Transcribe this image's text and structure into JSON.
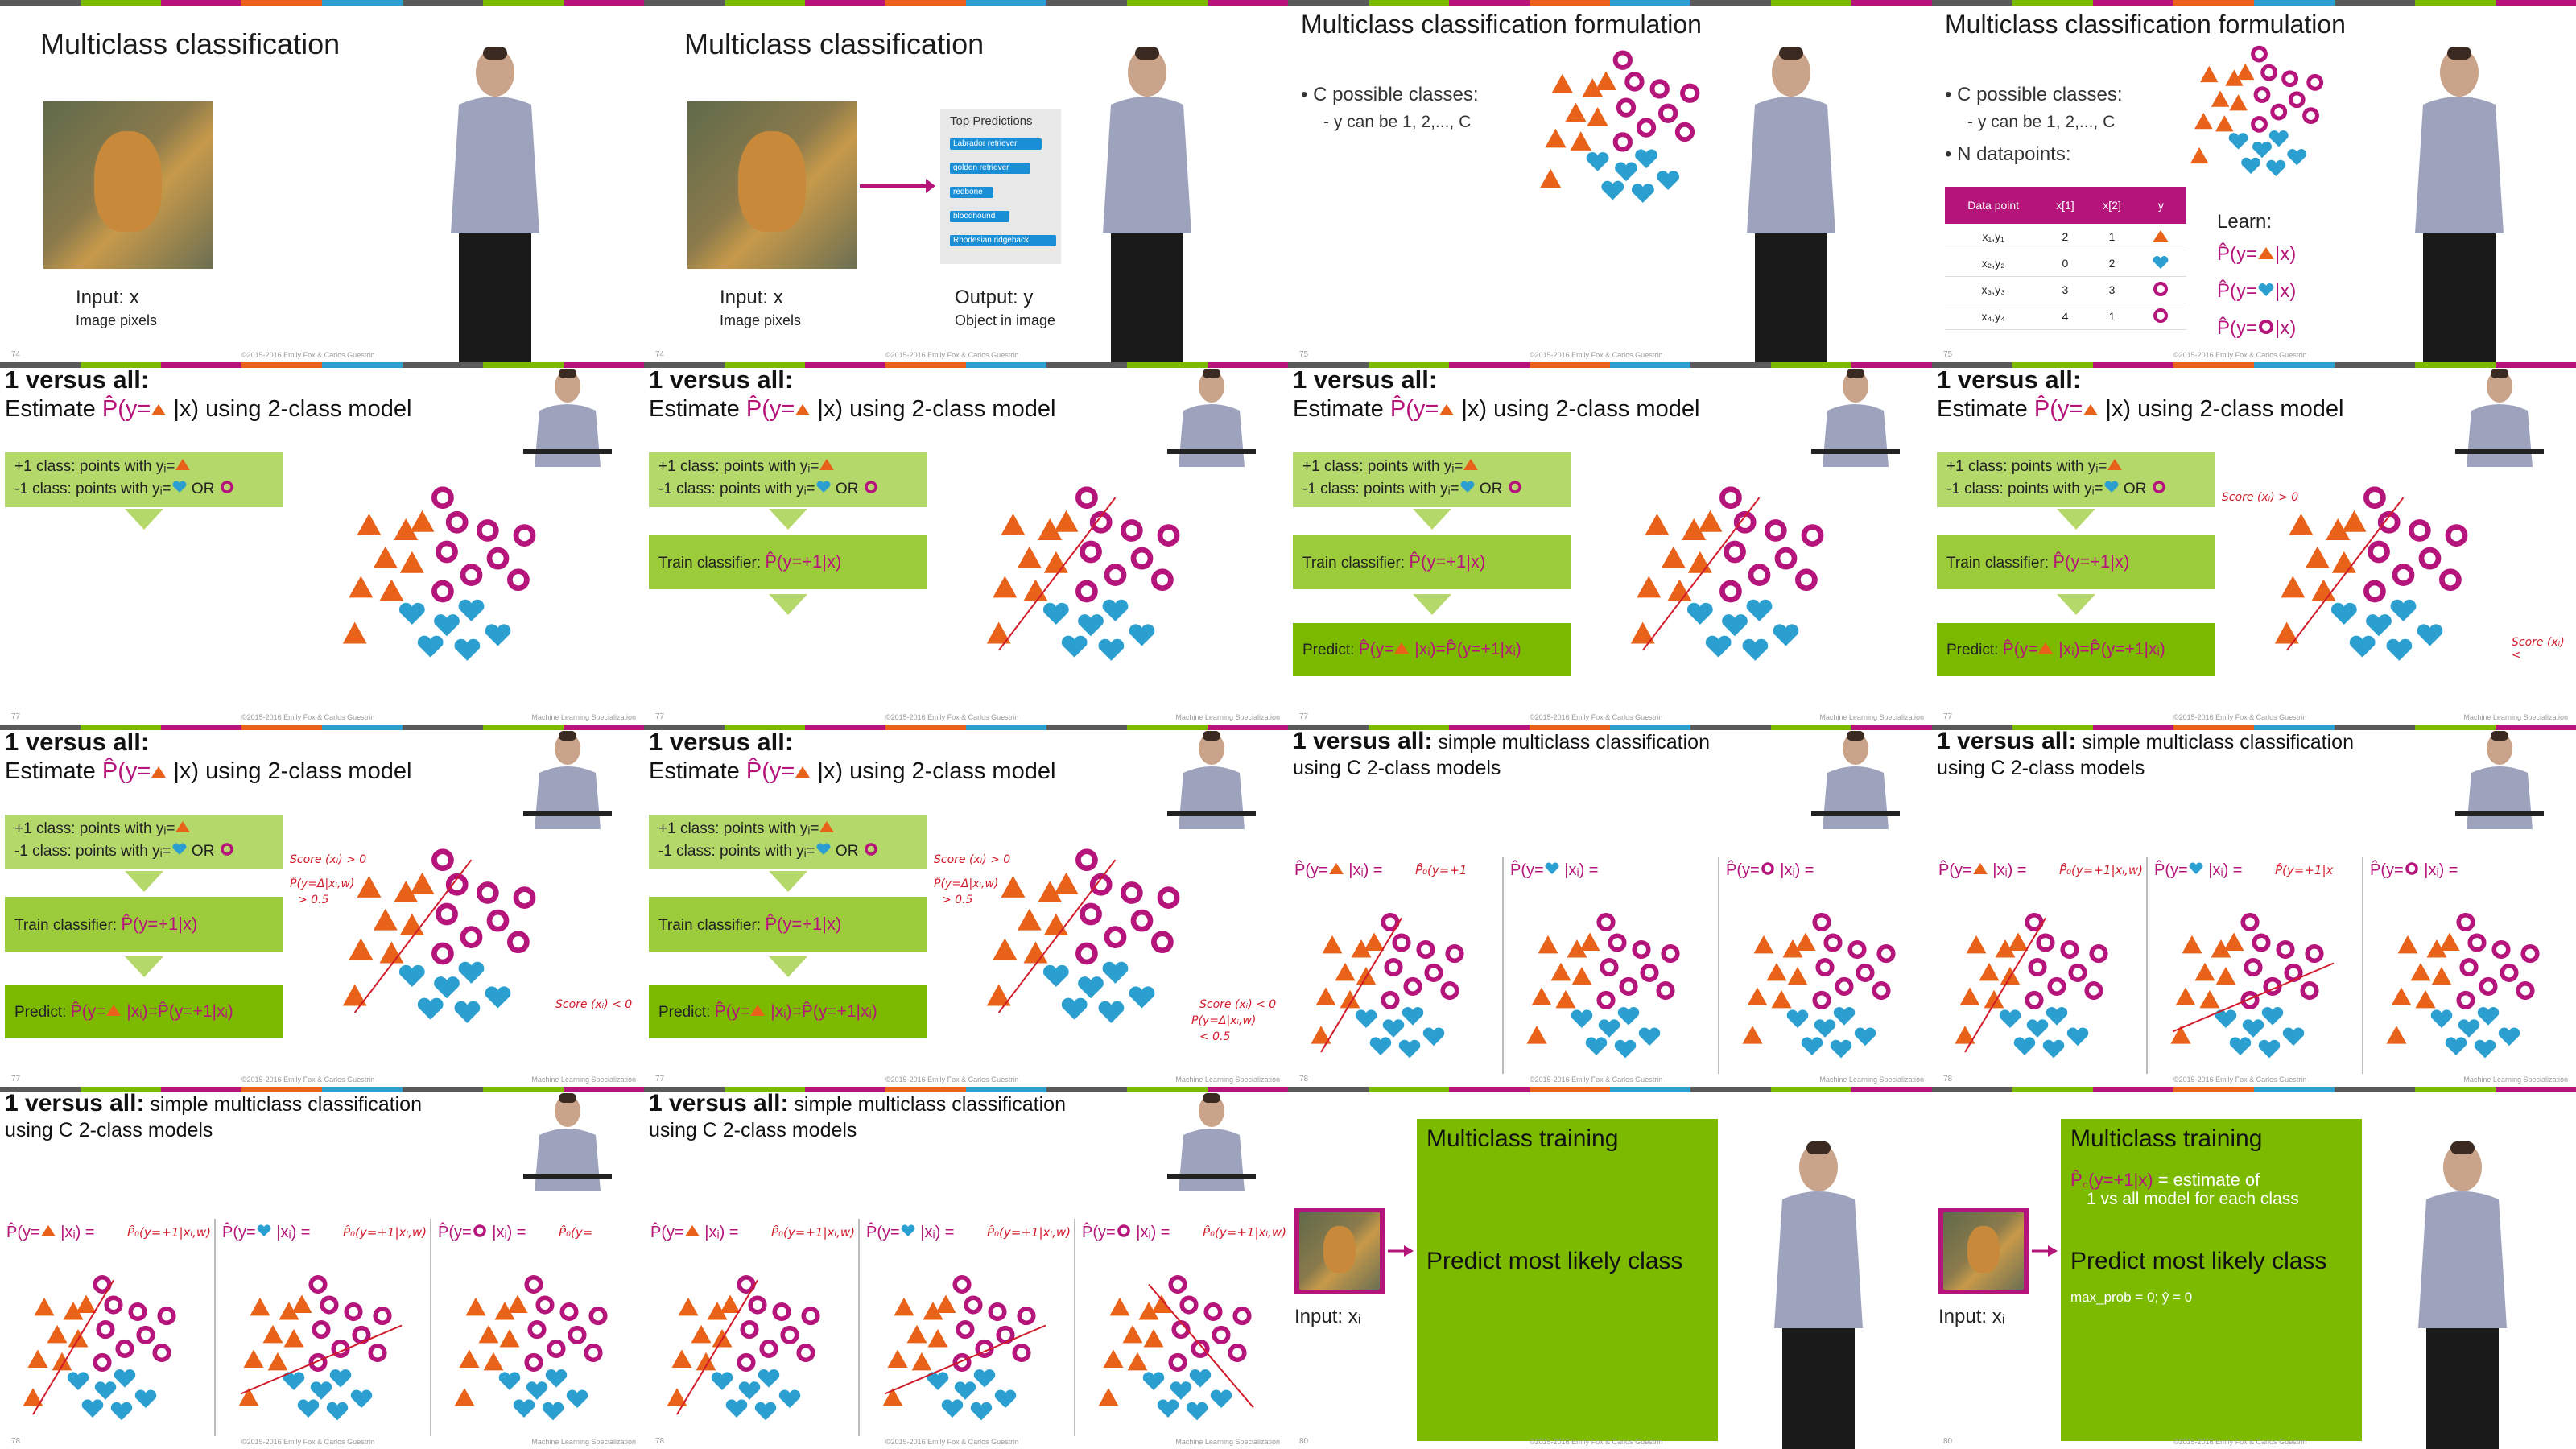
{
  "colors": {
    "magenta": "#b5157b",
    "orange": "#e8621a",
    "blue": "#2b9fd0",
    "green": "#9ccb3b",
    "darkgreen": "#7cba00",
    "red": "#d11a2a"
  },
  "stripe": [
    "#5a5a5a",
    "#7cba00",
    "#b5157b",
    "#e8621a",
    "#2b9fd0",
    "#5a5a5a",
    "#7cba00",
    "#b5157b"
  ],
  "slides": {
    "s1": {
      "title": "Multiclass classification",
      "input_label": "Input:  x",
      "input_sub": "Image pixels",
      "page": "74"
    },
    "s2": {
      "title": "Multiclass classification",
      "input_label": "Input:  x",
      "input_sub": "Image pixels",
      "output_label": "Output:  y",
      "output_sub": "Object in image",
      "pred_title": "Top Predictions",
      "pred_items": [
        "Labrador retriever",
        "golden retriever",
        "redbone",
        "bloodhound",
        "Rhodesian ridgeback"
      ],
      "page": "74"
    },
    "s3": {
      "title": "Multiclass classification formulation",
      "b1": "• C possible classes:",
      "b2": "- y can be 1, 2,..., C",
      "page": "75"
    },
    "s4": {
      "title": "Multiclass classification formulation",
      "b1": "• C possible classes:",
      "b2": "- y can be 1, 2,..., C",
      "b3": "• N datapoints:",
      "table_headers": [
        "Data point",
        "x[1]",
        "x[2]",
        "y"
      ],
      "table_rows": [
        [
          "x₁,y₁",
          "2",
          "1"
        ],
        [
          "x₂,y₂",
          "0",
          "2"
        ],
        [
          "x₃,y₃",
          "3",
          "3"
        ],
        [
          "x₄,y₄",
          "4",
          "1"
        ]
      ],
      "learn": "Learn:",
      "p_labels": [
        "P̂(y=",
        "P̂(y=",
        "P̂(y="
      ],
      "p_suffix": "|x)",
      "page": "75"
    },
    "ova": {
      "heading": "1 versus all:",
      "sub_a": "Estimate ",
      "sub_b": "P̂(y=",
      "sub_c": " |x) using 2-class model",
      "pos": "+1 class: points with yᵢ=",
      "neg": "-1 class: points with yᵢ=",
      "or": " OR ",
      "train": "Train classifier: ",
      "train_expr": "P̂(y=+1|x)",
      "predict": "Predict: ",
      "predict_expr_a": "P̂(y=",
      "predict_expr_b": " |xᵢ)=",
      "predict_expr_c": "P̂(y=+1|xᵢ)",
      "page": "77"
    },
    "simple": {
      "heading": "1 versus all:",
      "sub": " simple multiclass classification",
      "sub2": "using C 2-class models",
      "p1": "P̂(y=",
      "p2": " |xᵢ) =",
      "page": "78",
      "hand1": "P̂₀(y=+1",
      "hand2": "P̂₀(y=+1|xᵢ,w)",
      "hand3": "P̂₀(y=",
      "hand4": "P̂₀(y=+1|xᵢ,w)",
      "hand5": "P̂₀(y=+1|xᵢ,w)",
      "hand6": "P̂(y=+1|x"
    },
    "train1": {
      "title": "Multiclass training",
      "predict": "Predict most likely class",
      "input": "Input:  xᵢ",
      "page": "80"
    },
    "train2": {
      "title": "Multiclass training",
      "formula_a": "P̂꜀(y=+1|x)",
      "formula_b": " = estimate of",
      "formula_c": "1 vs all model for each class",
      "predict": "Predict most likely class",
      "code": "max_prob = 0; ŷ = 0",
      "input": "Input:  xᵢ",
      "page": "80"
    }
  },
  "handwriting": {
    "score_pos": "Score (xᵢ) > 0",
    "score_neg": "Score (xᵢ) < 0",
    "prob1": "P̂(y=Δ|xᵢ,w)",
    "prob2": "> 0.5",
    "prob3": "P(y=Δ|xᵢ,w)",
    "prob4": "< 0.5",
    "score_trunc": "Score (xᵢ) <"
  },
  "footer": {
    "copyright": "©2015-2016 Emily Fox & Carlos Guestrin",
    "course": "Machine Learning Specialization"
  }
}
